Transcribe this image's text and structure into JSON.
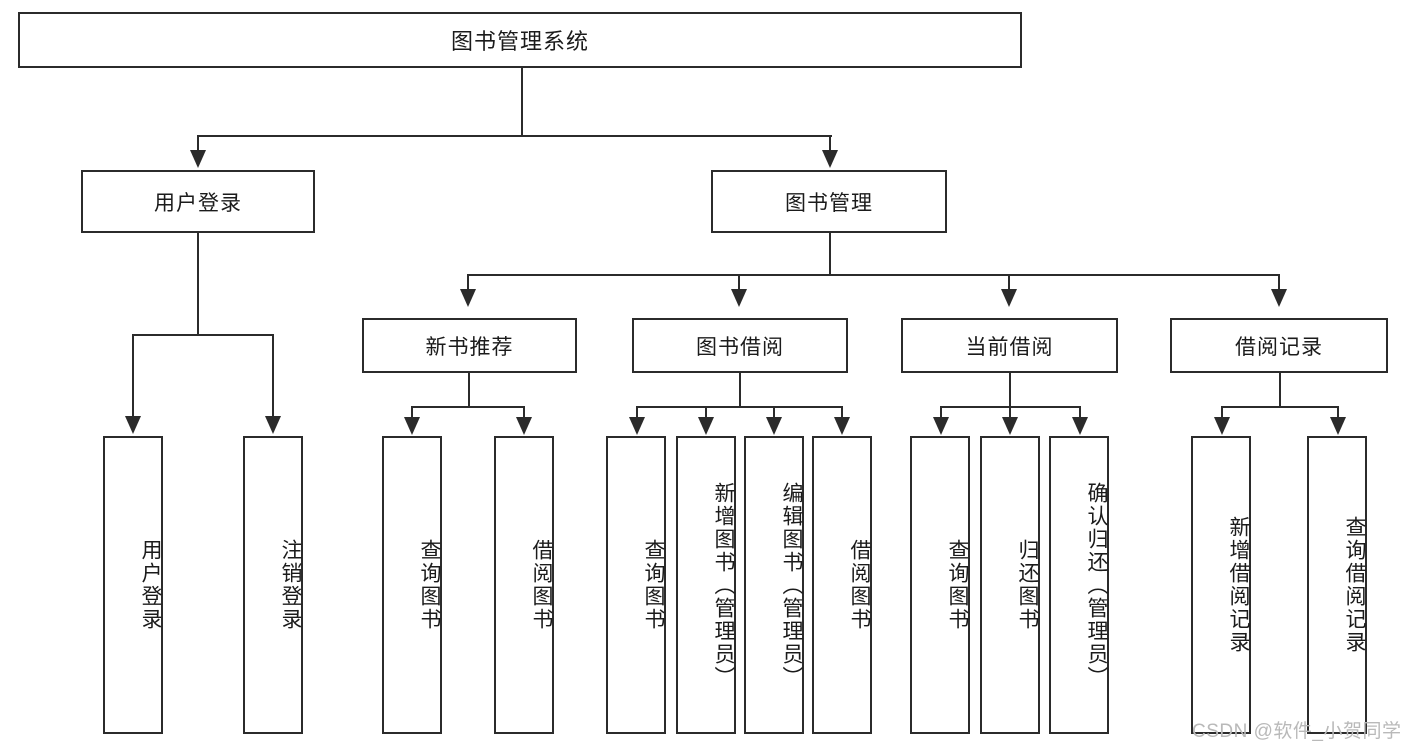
{
  "diagram": {
    "type": "hierarchy-tree",
    "title": "图书管理系统",
    "root": {
      "label": "图书管理系统"
    },
    "level2": [
      {
        "label": "用户登录"
      },
      {
        "label": "图书管理"
      }
    ],
    "level3": [
      {
        "label": "新书推荐"
      },
      {
        "label": "图书借阅"
      },
      {
        "label": "当前借阅"
      },
      {
        "label": "借阅记录"
      }
    ],
    "leaves": {
      "user_login": [
        {
          "label": "用户登录"
        },
        {
          "label": "注销登录"
        }
      ],
      "new_book_recommend": [
        {
          "label": "查询图书"
        },
        {
          "label": "借阅图书"
        }
      ],
      "book_borrow": [
        {
          "label": "查询图书"
        },
        {
          "label": "新增图书（管理员）"
        },
        {
          "label": "编辑图书（管理员）"
        },
        {
          "label": "借阅图书"
        }
      ],
      "current_borrow": [
        {
          "label": "查询图书"
        },
        {
          "label": "归还图书"
        },
        {
          "label": "确认归还（管理员）"
        }
      ],
      "borrow_record": [
        {
          "label": "新增借阅记录"
        },
        {
          "label": "查询借阅记录"
        }
      ]
    }
  },
  "watermark": {
    "text": "CSDN @软件_小贺同学"
  },
  "colors": {
    "stroke": "#2b2b2b",
    "fill": "#ffffff",
    "text": "#1b1b1b",
    "watermark": "#b9b9b9"
  }
}
